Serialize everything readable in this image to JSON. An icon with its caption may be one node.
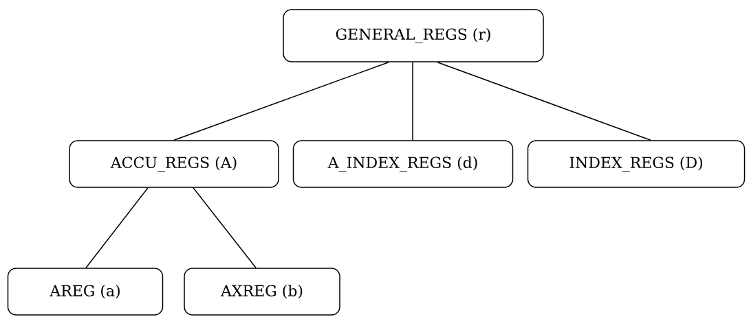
{
  "diagram": {
    "nodes": [
      {
        "text": [
          "GENERAL_REGS (r)"
        ]
      },
      {
        "text": [
          "ACCU_REGS (A)"
        ]
      },
      {
        "text": [
          "A_INDEX_REGS (d)"
        ]
      },
      {
        "text": [
          "INDEX_REGS (D)"
        ]
      },
      {
        "text": [
          "AREG (a)"
        ]
      },
      {
        "text": [
          "AXREG (b)"
        ]
      }
    ],
    "edges": [
      {
        "from": 0,
        "to": 1,
        "arrow": "none"
      },
      {
        "from": 0,
        "to": 2,
        "arrow": "none"
      },
      {
        "from": 0,
        "to": 3,
        "arrow": "none"
      },
      {
        "from": 1,
        "to": 4,
        "arrow": "none"
      },
      {
        "from": 1,
        "to": 5,
        "arrow": "none"
      }
    ]
  }
}
